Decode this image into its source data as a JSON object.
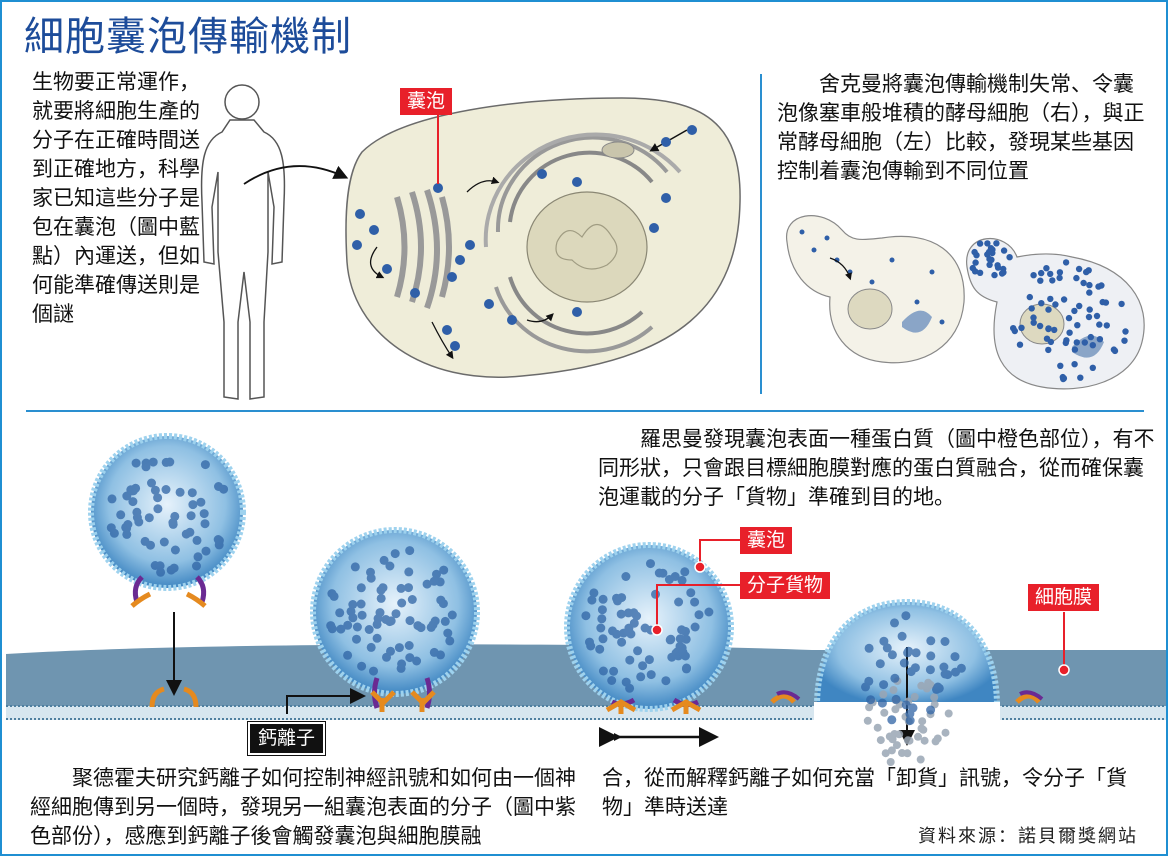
{
  "title": "細胞囊泡傳輸機制",
  "intro": {
    "text": "生物要正常運作，就要將細胞生產的分子在正確時間送到正確地方，科學家已知這些分子是包在囊泡（圖中藍點）內運送，但如何能準確傳送則是個謎"
  },
  "cell_diagram": {
    "vesicle_label": "囊泡"
  },
  "yeast": {
    "text": "舍克曼將囊泡傳輸機制失常、令囊泡像塞車般堆積的酵母細胞（右），與正常酵母細胞（左）比較，發現某些基因控制着囊泡傳輸到不同位置"
  },
  "rothman": {
    "text": "羅思曼發現囊泡表面一種蛋白質（圖中橙色部位），有不同形狀，只會跟目標細胞膜對應的蛋白質融合，從而確保囊泡運載的分子「貨物」準確到目的地。"
  },
  "fusion_diagram": {
    "vesicle_label": "囊泡",
    "cargo_label": "分子貨物",
    "membrane_label": "細胞膜",
    "calcium_label": "鈣離子"
  },
  "sudhof": {
    "text": "聚德霍夫研究鈣離子如何控制神經訊號和如何由一個神經細胞傳到另一個時，發現另一組囊泡表面的分子（圖中紫色部份），感應到鈣離子後會觸發囊泡與細胞膜融",
    "text_cont": "合，從而解釋鈣離子如何充當「卸貨」訊號，令分子「貨物」準時送達"
  },
  "source": "資料來源：諾貝爾獎網站",
  "colors": {
    "frame": "#1f8fd2",
    "title": "#1d4c9a",
    "label_red": "#e8202a",
    "vesicle_blue": "#2f5fa8",
    "protein_orange": "#e58a1f",
    "protein_purple": "#6a2a92"
  }
}
